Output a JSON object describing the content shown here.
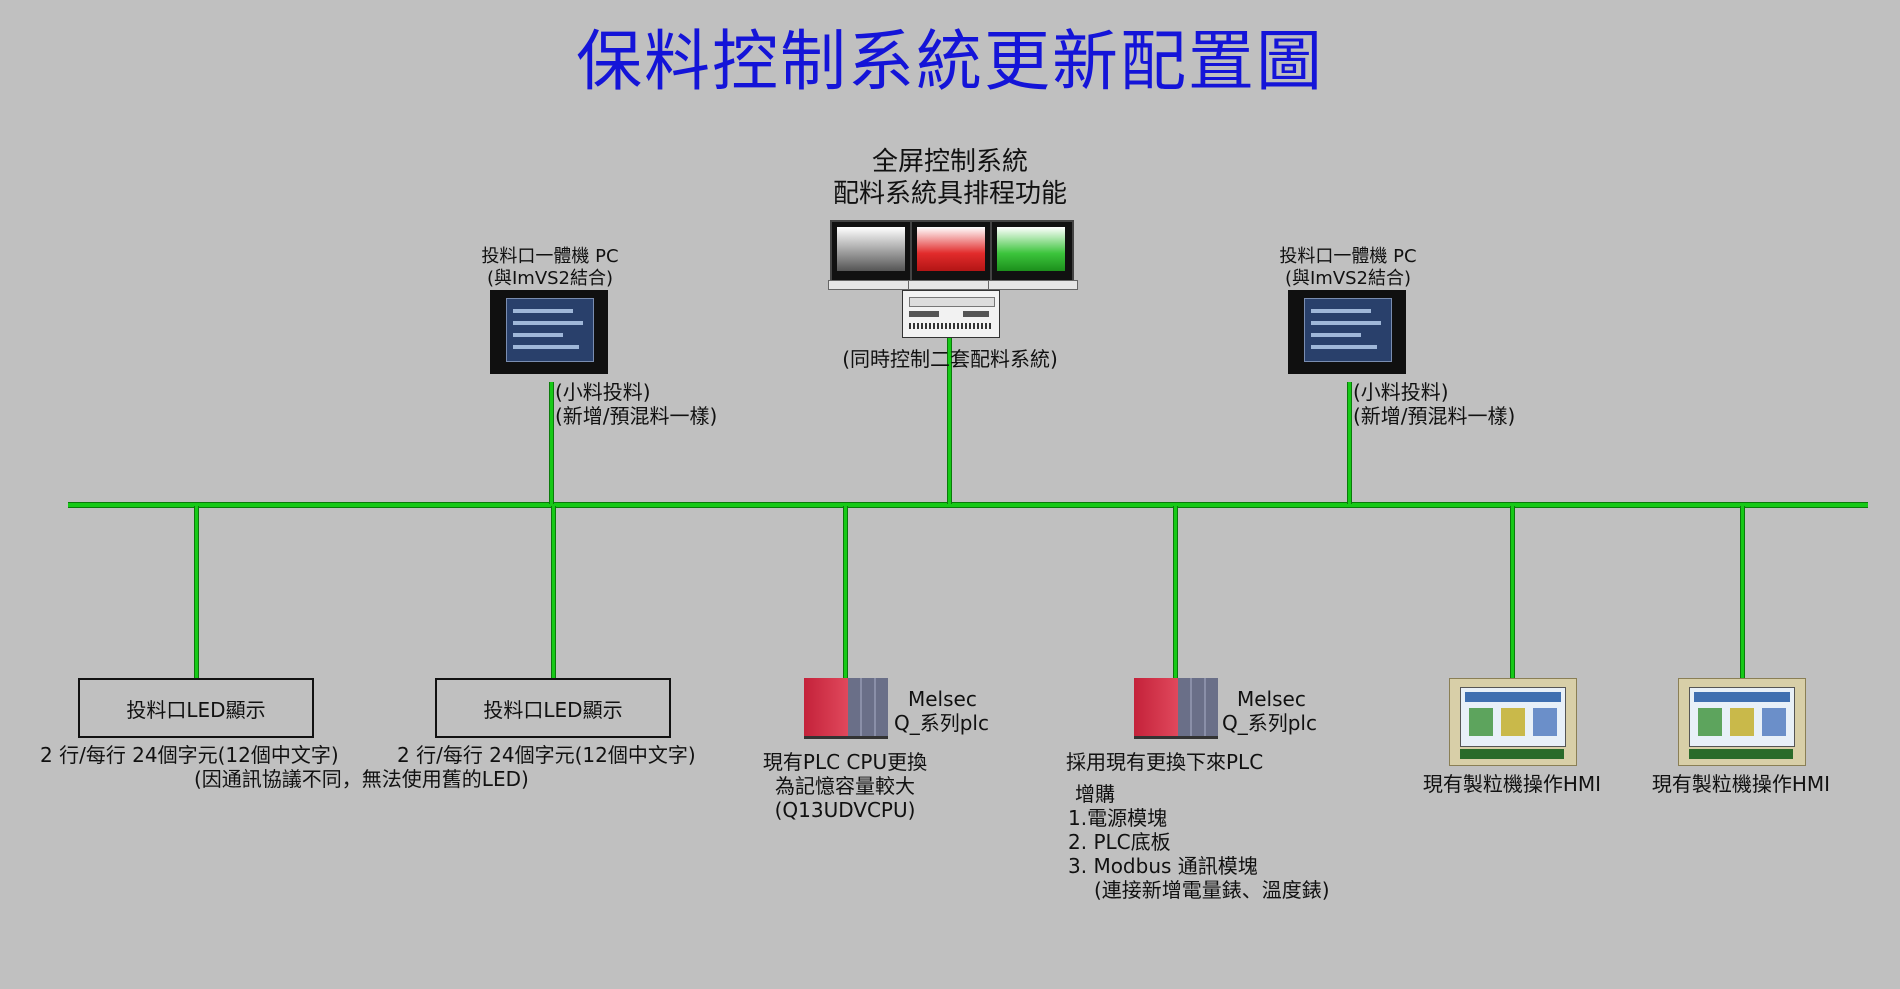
{
  "title": "保料控制系統更新配置圖",
  "colors": {
    "title": "#1414d8",
    "bus": "#17c917",
    "background": "#c0c0c0"
  },
  "control": {
    "title_line1": "全屏控制系統",
    "title_line2": "配料系統具排程功能",
    "caption": "(同時控制二套配料系統)"
  },
  "panel_pc_left": {
    "line1": "投料口一體機 PC",
    "line2": "(與ImVS2結合)",
    "note1": "(小料投料)",
    "note2": "(新增/預混料一樣)"
  },
  "panel_pc_right": {
    "line1": "投料口一體機 PC",
    "line2": "(與ImVS2結合)",
    "note1": "(小料投料)",
    "note2": "(新增/預混料一樣)"
  },
  "led1": {
    "label": "投料口LED顯示",
    "desc1": "2 行/每行 24個字元(12個中文字)",
    "desc2": "(因通訊協議不同，無法使用舊的LED)"
  },
  "led2": {
    "label": "投料口LED顯示",
    "desc1": "2 行/每行 24個字元(12個中文字)"
  },
  "plc1": {
    "brand": "Melsec",
    "model": "Q_系列plc",
    "desc1": "現有PLC CPU更換",
    "desc2": "為記憶容量較大",
    "desc3": "(Q13UDVCPU)"
  },
  "plc2": {
    "brand": "Melsec",
    "model": "Q_系列plc",
    "desc1": "採用現有更換下來PLC",
    "desc2": "增購",
    "items": [
      "1.電源模塊",
      "2. PLC底板",
      "3. Modbus 通訊模塊",
      "(連接新增電量錶、溫度錶)"
    ]
  },
  "hmi1": {
    "label": "現有製粒機操作HMI"
  },
  "hmi2": {
    "label": "現有製粒機操作HMI"
  }
}
